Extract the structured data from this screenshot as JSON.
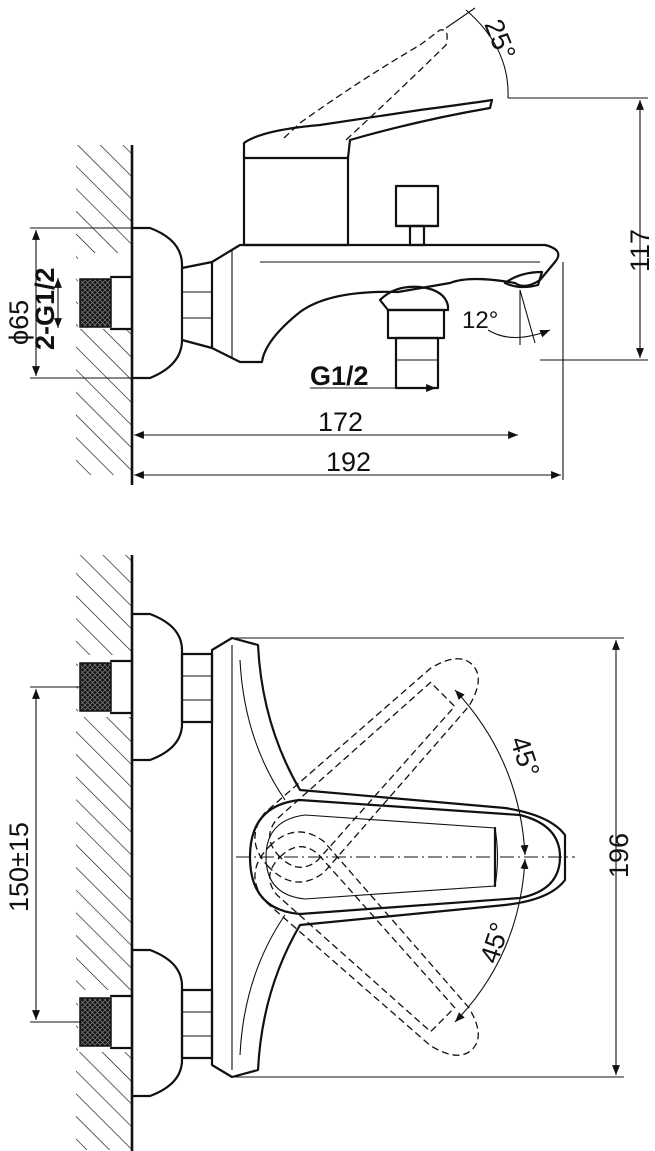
{
  "side_view": {
    "angle_handle": "25°",
    "angle_spout": "12°",
    "height": "117",
    "diameter": "ϕ65",
    "thread_inlets": "2-G1/2",
    "thread_outlet": "G1/2",
    "length_spout": "172",
    "length_total": "192"
  },
  "front_view": {
    "angle_upper": "45°",
    "angle_lower": "45°",
    "centers": "150±15",
    "width": "196"
  }
}
